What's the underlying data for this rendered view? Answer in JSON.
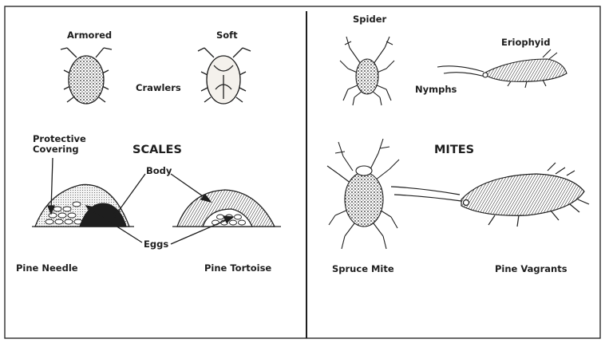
{
  "colors": {
    "ink": "#1e1e1e",
    "paper": "#ffffff",
    "border": "#2a2a2a"
  },
  "scales_panel": {
    "section_title": "SCALES",
    "labels": {
      "armored": "Armored",
      "soft": "Soft",
      "crawlers": "Crawlers",
      "protective_covering": "Protective\nCovering",
      "body": "Body",
      "eggs": "Eggs",
      "pine_needle": "Pine Needle",
      "pine_tortoise": "Pine Tortoise"
    }
  },
  "mites_panel": {
    "section_title": "MITES",
    "labels": {
      "spider": "Spider",
      "eriophyid": "Eriophyid",
      "nymphs": "Nymphs",
      "spruce_mite": "Spruce Mite",
      "pine_vagrants": "Pine Vagrants"
    }
  }
}
